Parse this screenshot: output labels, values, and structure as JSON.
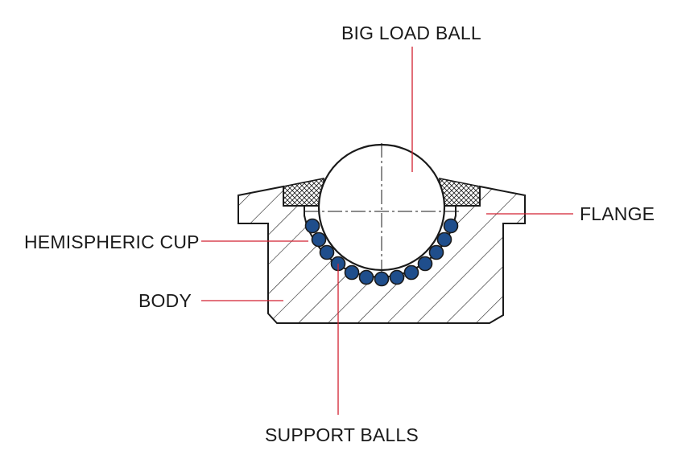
{
  "labels": {
    "big_load_ball": "BIG LOAD BALL",
    "flange": "FLANGE",
    "hemispheric_cup": "HEMISPHERIC CUP",
    "body": "BODY",
    "support_balls": "SUPPORT BALLS"
  },
  "colors": {
    "leader_line": "#d22030",
    "support_ball_fill": "#1f4e8c",
    "outline": "#1a1a1a"
  }
}
